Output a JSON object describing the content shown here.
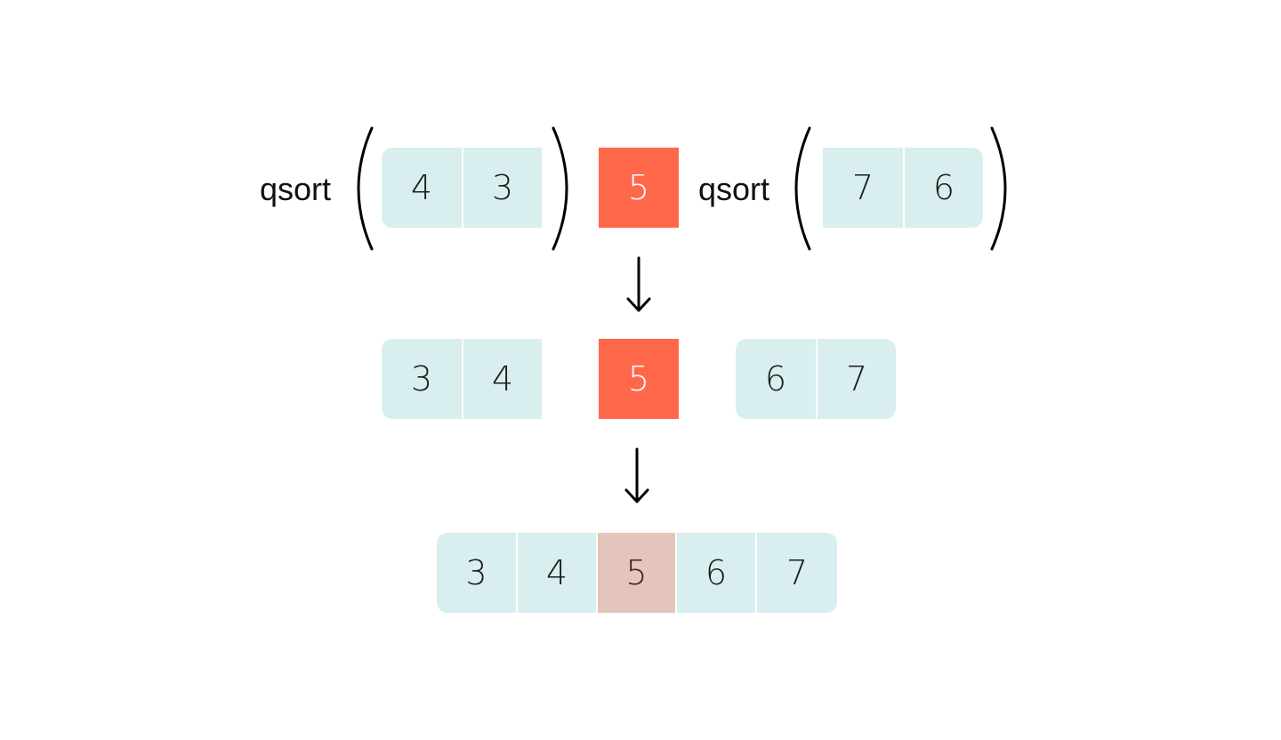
{
  "row1": {
    "left_fn": "qsort",
    "left_items": [
      "4",
      "3"
    ],
    "pivot": "5",
    "right_fn": "qsort",
    "right_items": [
      "7",
      "6"
    ]
  },
  "row2": {
    "left_items": [
      "3",
      "4"
    ],
    "pivot": "5",
    "right_items": [
      "6",
      "7"
    ]
  },
  "row3": {
    "items": [
      "3",
      "4",
      "5",
      "6",
      "7"
    ]
  },
  "colors": {
    "cell_bg": "#d9eeef",
    "pivot_bg": "#ff674b",
    "pivot_done_bg": "#e5c4bc"
  },
  "icons": {
    "arrow": "down-arrow-icon",
    "paren": "parenthesis-icon"
  }
}
